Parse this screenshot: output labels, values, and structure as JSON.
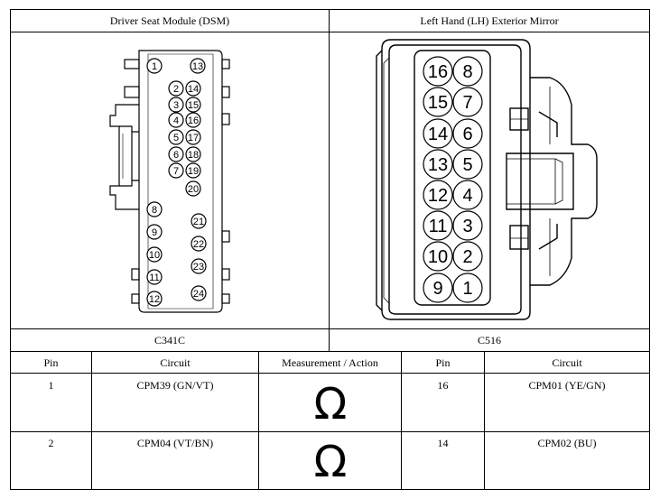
{
  "connectors": {
    "left": {
      "title": "Driver Seat Module (DSM)",
      "label": "C341C",
      "pins": [
        "1",
        "2",
        "3",
        "4",
        "5",
        "6",
        "7",
        "8",
        "9",
        "10",
        "11",
        "12",
        "13",
        "14",
        "15",
        "16",
        "17",
        "18",
        "19",
        "20",
        "21",
        "22",
        "23",
        "24"
      ]
    },
    "right": {
      "title": "Left Hand (LH) Exterior Mirror",
      "label": "C516",
      "pins": [
        "1",
        "2",
        "3",
        "4",
        "5",
        "6",
        "7",
        "8",
        "9",
        "10",
        "11",
        "12",
        "13",
        "14",
        "15",
        "16"
      ]
    }
  },
  "table": {
    "headers": [
      "Pin",
      "Circuit",
      "Measurement / Action",
      "Pin",
      "Circuit"
    ],
    "rows": [
      {
        "pin_a": "1",
        "circuit_a": "CPM39 (GN/VT)",
        "measurement": "Ω",
        "pin_b": "16",
        "circuit_b": "CPM01 (YE/GN)"
      },
      {
        "pin_a": "2",
        "circuit_a": "CPM04 (VT/BN)",
        "measurement": "Ω",
        "pin_b": "14",
        "circuit_b": "CPM02 (BU)"
      }
    ]
  }
}
